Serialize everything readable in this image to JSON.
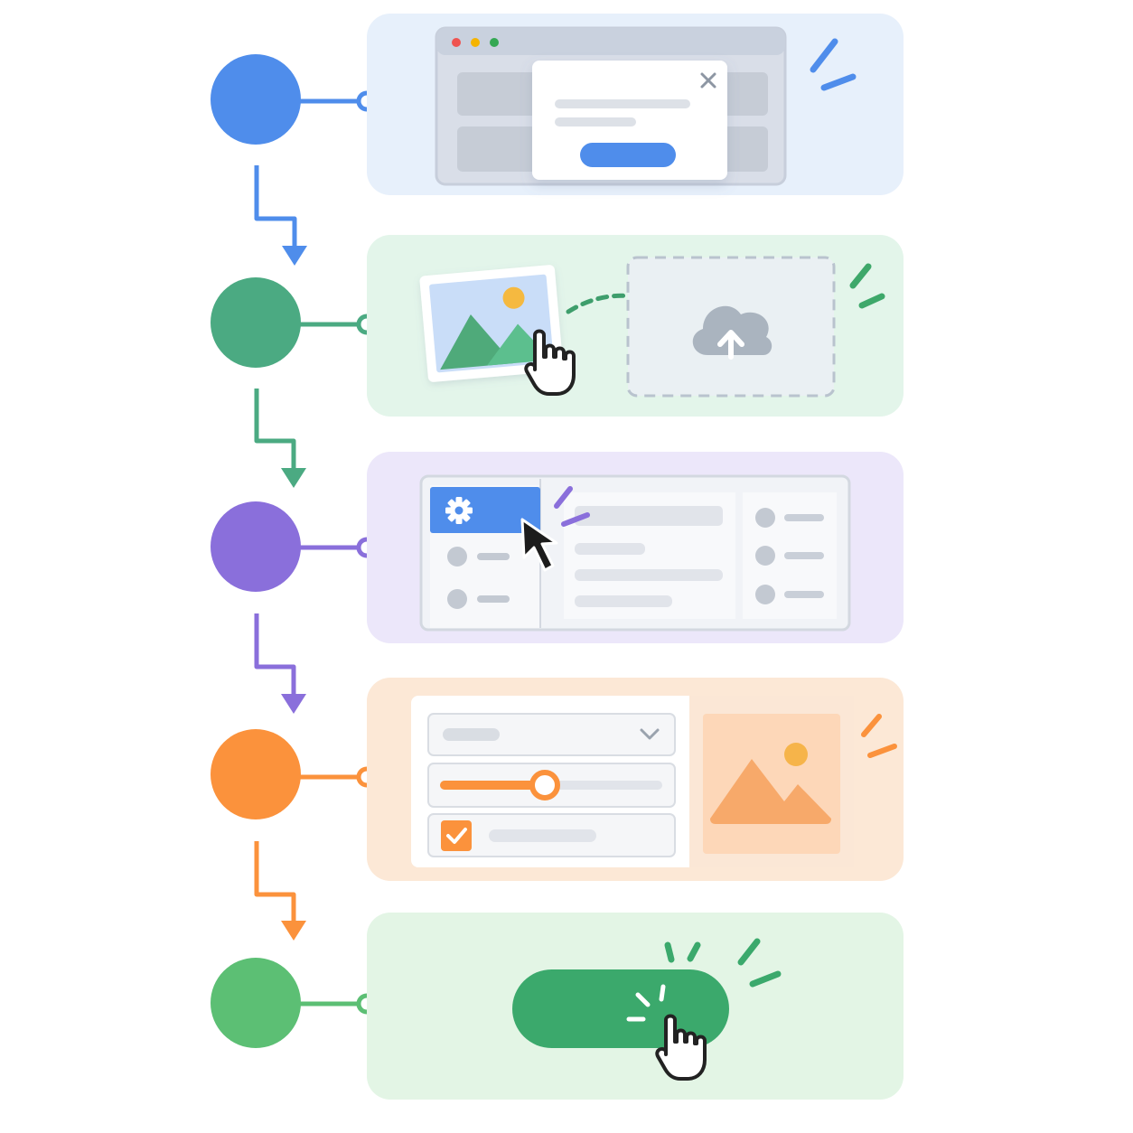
{
  "diagram": {
    "kind": "vertical-step-flow",
    "step_count": 5,
    "colors": {
      "blue": "#4F8DEB",
      "teal": "#4BAA82",
      "purple": "#8A6FDB",
      "orange": "#FB923C",
      "green": "#5CBF74",
      "button_green": "#3BA96C",
      "gray_ui": "#C9CFD8"
    },
    "steps": [
      {
        "id": "step-1",
        "color": "#4F8DEB",
        "panel_bg": "#E7F0FB",
        "icon": "browser-modal-dialog-icon",
        "parts": [
          "window-dots-icon",
          "close-icon",
          "modal-button"
        ]
      },
      {
        "id": "step-2",
        "color": "#4BAA82",
        "panel_bg": "#E3F5EA",
        "icon": "drag-image-to-upload-icon",
        "parts": [
          "image-thumbnail-icon",
          "hand-pointer-icon",
          "dashed-arrow-icon",
          "cloud-upload-icon"
        ]
      },
      {
        "id": "step-3",
        "color": "#8A6FDB",
        "panel_bg": "#ECE7FA",
        "icon": "settings-menu-click-icon",
        "parts": [
          "gear-icon",
          "cursor-arrow-icon",
          "sidebar-list",
          "content-lines"
        ]
      },
      {
        "id": "step-4",
        "color": "#FB923C",
        "panel_bg": "#FCE8D6",
        "icon": "form-controls-icon",
        "parts": [
          "dropdown-chevron-icon",
          "slider-control",
          "checkbox-checked-icon",
          "image-placeholder-icon"
        ]
      },
      {
        "id": "step-5",
        "color": "#5CBF74",
        "panel_bg": "#E3F5E5",
        "icon": "click-confirm-button-icon",
        "parts": [
          "submit-button",
          "hand-pointer-icon",
          "click-burst-icon"
        ]
      }
    ]
  }
}
